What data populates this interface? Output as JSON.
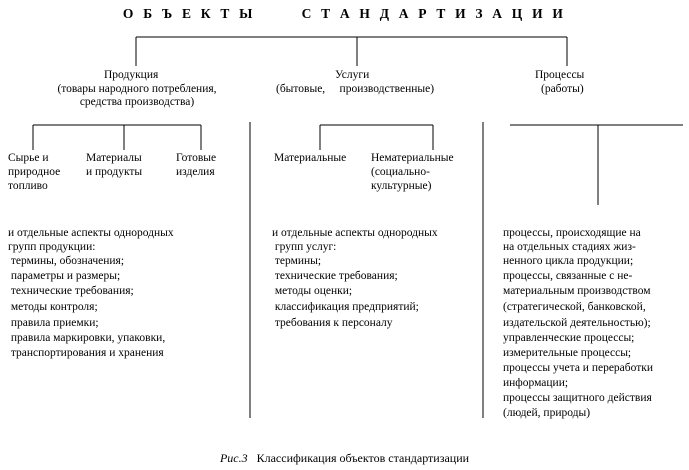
{
  "title": "О Б Ъ Е К Т Ы       С Т А Н Д А Р Т И З А Ц И И",
  "branches": {
    "products": {
      "heading": "Продукция",
      "subheading": [
        "(товары народного потребления,",
        "средства производства)"
      ],
      "children": [
        [
          "Сырье и",
          "природное",
          "топливо"
        ],
        [
          "Материалы",
          "и продукты"
        ],
        [
          "Готовые",
          "изделия"
        ]
      ],
      "aspects": [
        "и отдельные аспекты однородных",
        "групп продукции:",
        " термины, обозначения;",
        " параметры и размеры;",
        " технические требования;",
        " методы контроля;",
        " правила приемки;",
        " правила маркировки, упаковки,",
        " транспортирования и хранения"
      ]
    },
    "services": {
      "heading": "Услуги",
      "subheading": [
        "(бытовые,     производственные)"
      ],
      "children": [
        [
          "Материальные"
        ],
        [
          "Нематериальные",
          "(социально-",
          "культурные)"
        ]
      ],
      "aspects": [
        "и отдельные аспекты однородных",
        " групп услуг:",
        " термины;",
        " технические требования;",
        " методы оценки;",
        " классификация предприятий;",
        " требования к персоналу"
      ]
    },
    "processes": {
      "heading": "Процессы",
      "subheading": [
        "(работы)"
      ],
      "aspects": [
        "процессы, происходящие на",
        "на отдельных стадиях жиз-",
        "ненного цикла продукции;",
        "процессы, связанные с не-",
        "материальным производством",
        "(стратегической, банковской,",
        "издательской деятельностью);",
        "управленческие процессы;",
        "измерительные процессы;",
        "процессы учета и переработки",
        "информации;",
        "процессы защитного действия",
        "(людей, природы)"
      ]
    }
  },
  "caption": {
    "figure": "Рис.3",
    "text": "   Классификация объектов стандартизации"
  }
}
